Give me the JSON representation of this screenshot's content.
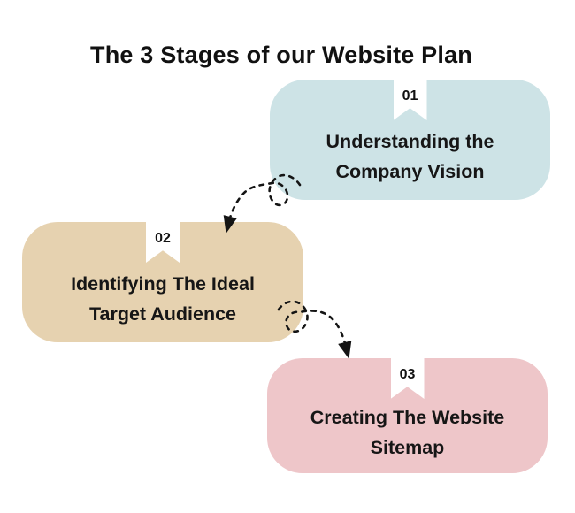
{
  "title": "The 3 Stages of our Website Plan",
  "stages": [
    {
      "number": "01",
      "lines": [
        "Understanding the",
        "Company Vision"
      ],
      "color": "#cde3e6"
    },
    {
      "number": "02",
      "lines": [
        "Identifying The Ideal",
        "Target Audience"
      ],
      "color": "#e6d2b0"
    },
    {
      "number": "03",
      "lines": [
        "Creating The Website",
        "Sitemap"
      ],
      "color": "#eec6c9"
    }
  ],
  "colors": {
    "background": "#ffffff",
    "ribbon": "#ffffff",
    "text": "#161616",
    "arrow": "#141414"
  }
}
